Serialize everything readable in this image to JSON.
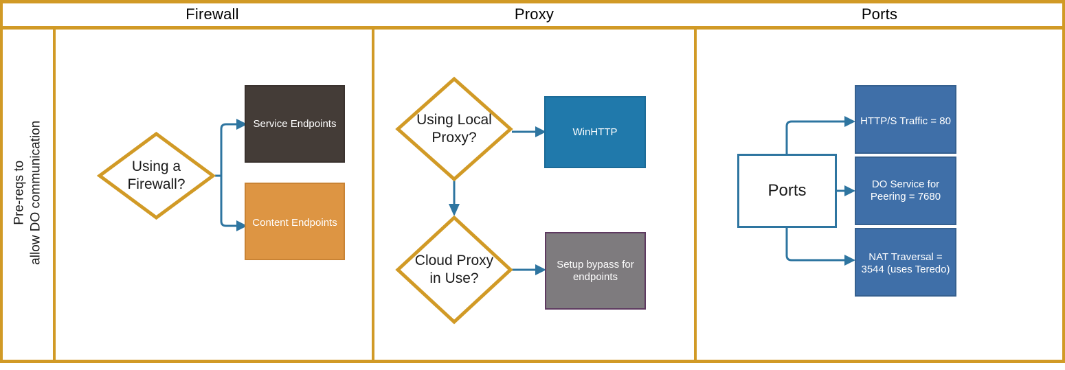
{
  "diagram": {
    "title": "Pre-reqs to allow DO communication",
    "side_label_line1": "Pre-reqs to",
    "side_label_line2": "allow DO communication",
    "lanes": [
      {
        "id": "firewall",
        "label": "Firewall"
      },
      {
        "id": "proxy",
        "label": "Proxy"
      },
      {
        "id": "ports",
        "label": "Ports"
      }
    ],
    "colors": {
      "frame": "#D19A26",
      "diamond_stroke": "#D19A26",
      "connector": "#2E75A0",
      "rect_dark": "#443C37",
      "rect_orange": "#DD9543",
      "rect_teal": "#2079AB",
      "rect_grey": "#7E7B7E",
      "rect_grey_border": "#5E3A60",
      "rect_blue": "#3F6FA8",
      "ports_box_border": "#2E75A0"
    },
    "firewall": {
      "decision": "Using a\nFirewall?",
      "service_endpoints": "Service Endpoints",
      "content_endpoints": "Content Endpoints"
    },
    "proxy": {
      "decision_local": "Using Local\nProxy?",
      "winhttp": "WinHTTP",
      "decision_cloud": "Cloud Proxy\nin Use?",
      "bypass": "Setup bypass for\nendpoints"
    },
    "ports": {
      "root": "Ports",
      "http_traffic": "HTTP/S Traffic = 80",
      "do_service": "DO Service for\nPeering = 7680",
      "nat_traversal": "NAT Traversal =\n3544 (uses Teredo)"
    }
  }
}
